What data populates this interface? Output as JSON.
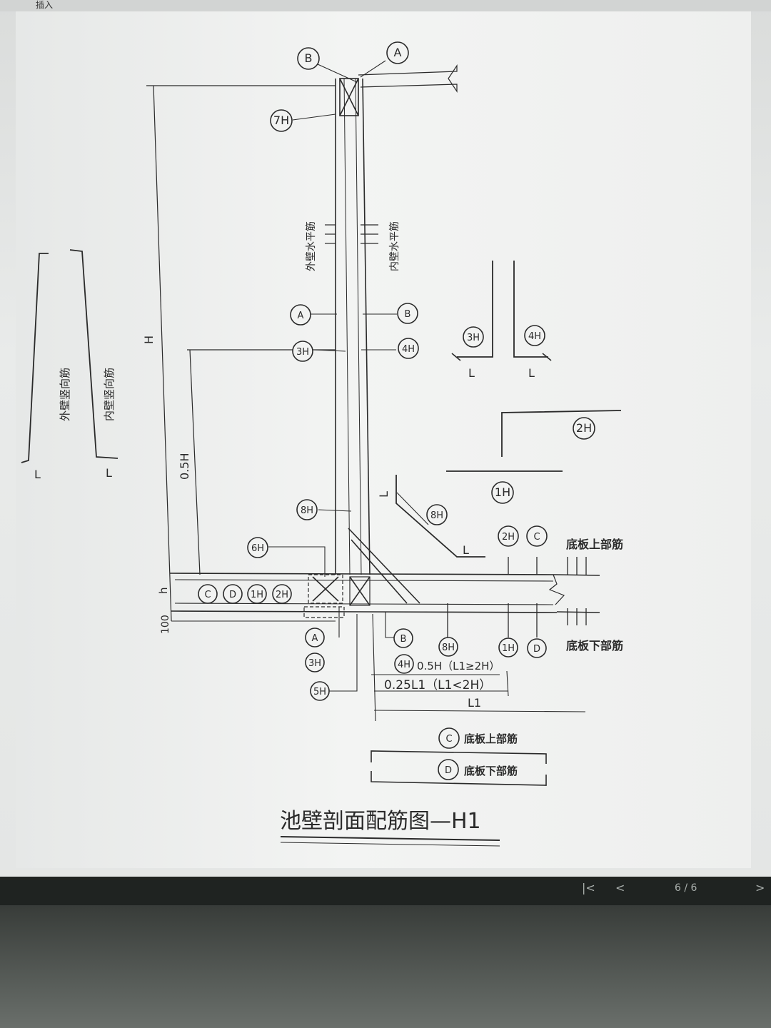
{
  "window": {
    "topbar_text": "插入"
  },
  "drawing": {
    "title": "池壁剖面配筋图—H1",
    "circle_labels": {
      "B_top": "B",
      "A_top": "A",
      "h7": "7H",
      "A_wall": "A",
      "B_wall": "B",
      "h3_wall": "3H",
      "h4_wall": "4H",
      "A_left": "A",
      "B_left": "B",
      "h3_bar": "3H",
      "h4_bar": "4H",
      "h2_bar": "2H",
      "h1_bar": "1H",
      "h8_left": "8H",
      "h8_right": "8H",
      "h6": "6H",
      "h2_slab": "2H",
      "C_slab": "C",
      "C_left": "C",
      "D_left": "D",
      "h1_left": "1H",
      "h2_left": "2H",
      "A_bottom": "A",
      "B_bottom": "B",
      "h8_bottom": "8H",
      "h1_bottom": "1H",
      "D_bottom": "D",
      "h3_bottom": "3H",
      "h4_bottom": "4H",
      "h5_bottom": "5H",
      "C_legend": "C",
      "D_legend": "D"
    },
    "texts": {
      "outer_vertical": "外壁竖向筋",
      "inner_vertical": "内壁竖向筋",
      "outer_horizontal": "外壁水平筋",
      "inner_horizontal": "内壁水平筋",
      "dim_H": "H",
      "dim_05H": "0.5H",
      "dim_h": "h",
      "dim_100": "100",
      "L_left1": "L",
      "L_left2": "L",
      "L_3H": "L",
      "L_4H": "L",
      "L_8H": "L",
      "L_8H_b": "L",
      "slab_top_label": "底板上部筋",
      "slab_bottom_label": "底板下部筋",
      "cond1": "0.5H（L1≥2H）",
      "cond2": "0.25L1（L1<2H）",
      "L1": "L1",
      "legend_C": "底板上部筋",
      "legend_D": "底板下部筋"
    }
  },
  "pager": {
    "first": "|<",
    "prev": "<",
    "page": "6 / 6",
    "next": ">"
  }
}
